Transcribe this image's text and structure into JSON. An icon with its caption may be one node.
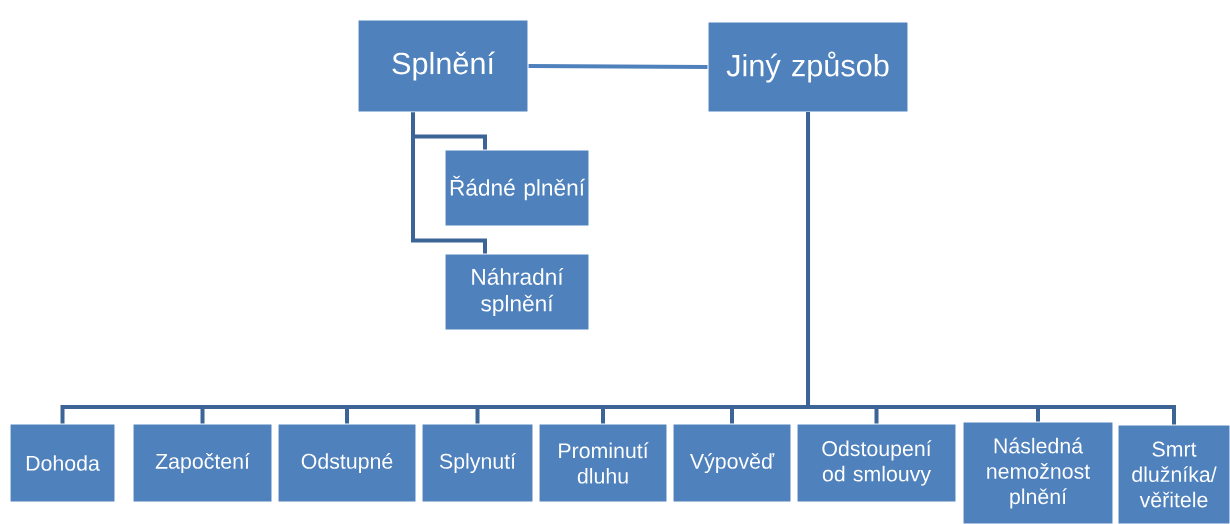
{
  "diagram": {
    "nodes": [
      {
        "text": [
          "Splnění"
        ]
      },
      {
        "text": [
          "Jiný způsob"
        ]
      },
      {
        "text": [
          "Řádné plnění"
        ]
      },
      {
        "text": [
          "Náhradní splnění"
        ]
      },
      {
        "text": [
          "Dohoda"
        ]
      },
      {
        "text": [
          "Započtení"
        ]
      },
      {
        "text": [
          "Odstupné"
        ]
      },
      {
        "text": [
          "Splynutí"
        ]
      },
      {
        "text": [
          "Prominutí dluhu"
        ]
      },
      {
        "text": [
          "Výpověď"
        ]
      },
      {
        "text": [
          "Odstoupení od smlouvy"
        ]
      },
      {
        "text": [
          "Následná nemožnost plnění"
        ]
      },
      {
        "text": [
          "Smrt dlužníka/ věřitele"
        ]
      }
    ],
    "edges": [
      {
        "from": 0,
        "to": 1,
        "arrow": "none",
        "color": "#4f81bd"
      },
      {
        "from": 0,
        "to": 2,
        "arrow": "none"
      },
      {
        "from": 0,
        "to": 3,
        "arrow": "none"
      },
      {
        "from": 1,
        "to": 4,
        "arrow": "none"
      },
      {
        "from": 1,
        "to": 5,
        "arrow": "none"
      },
      {
        "from": 1,
        "to": 6,
        "arrow": "none"
      },
      {
        "from": 1,
        "to": 7,
        "arrow": "none"
      },
      {
        "from": 1,
        "to": 8,
        "arrow": "none"
      },
      {
        "from": 1,
        "to": 9,
        "arrow": "none"
      },
      {
        "from": 1,
        "to": 10,
        "arrow": "none"
      },
      {
        "from": 1,
        "to": 11,
        "arrow": "none"
      },
      {
        "from": 1,
        "to": 12,
        "arrow": "none"
      }
    ]
  }
}
